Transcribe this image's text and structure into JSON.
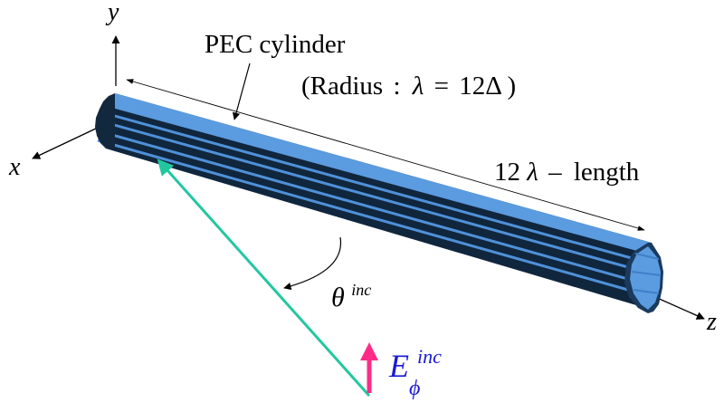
{
  "axes": {
    "x_label": "x",
    "y_label": "y",
    "z_label": "z"
  },
  "labels": {
    "object_title": "PEC cylinder",
    "radius_open": "(Radius",
    "radius_colon": ":",
    "radius_symbol": "λ",
    "radius_equals": "=",
    "radius_value": "12Δ",
    "radius_close": ")",
    "length_value": "12",
    "length_symbol": "λ",
    "length_dash": "–",
    "length_word": "length",
    "angle_base": "θ",
    "angle_sup": "inc",
    "field_base": "E",
    "field_sup": "inc",
    "field_sub": "ϕ"
  },
  "colors": {
    "cylinder_highlight": "#5b9be0",
    "cylinder_dark": "#0f2740",
    "cylinder_stripe": "#1a3450",
    "incident_wave": "#22c7a0",
    "field_vector": "#ff2b87",
    "field_label": "#1a1ad4"
  }
}
